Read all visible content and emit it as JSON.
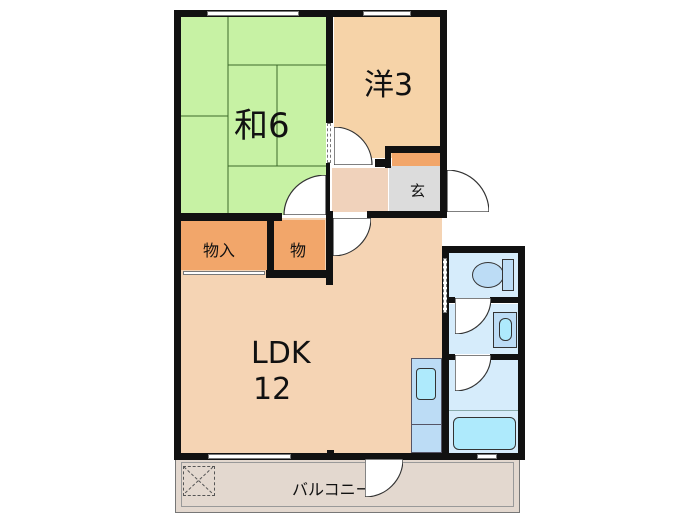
{
  "floorplan": {
    "rooms": {
      "washitsu": {
        "label": "和6",
        "type": "Japanese tatami room",
        "color": "#c7f2a4"
      },
      "yoshitsu": {
        "label": "洋3",
        "type": "Western room",
        "color": "#f6d3a8"
      },
      "genkan": {
        "label": "玄",
        "type": "Entrance",
        "color": "#dcdcdc"
      },
      "storage_large": {
        "label": "物入",
        "type": "Closet",
        "color": "#f2a66a"
      },
      "storage_small": {
        "label": "物",
        "type": "Closet",
        "color": "#f2a66a"
      },
      "ldk": {
        "label_line1": "LDK",
        "label_line2": "12",
        "type": "Living Dining Kitchen",
        "color": "#f5d4b4"
      },
      "balcony": {
        "label": "バルコニー",
        "type": "Balcony",
        "color": "#e3d8cf"
      },
      "toilet": {
        "type": "Toilet",
        "color": "#d6ecfb"
      },
      "washroom": {
        "type": "Washroom",
        "color": "#d6ecfb"
      },
      "bath": {
        "type": "Bathroom",
        "color": "#d6ecfb"
      },
      "kitchen_counter": {
        "type": "Kitchen sink",
        "color": "#bcdcf5"
      }
    },
    "colors": {
      "wall": "#111111",
      "fixture": "#aeeafc",
      "hall": "#f0d2bb"
    }
  }
}
